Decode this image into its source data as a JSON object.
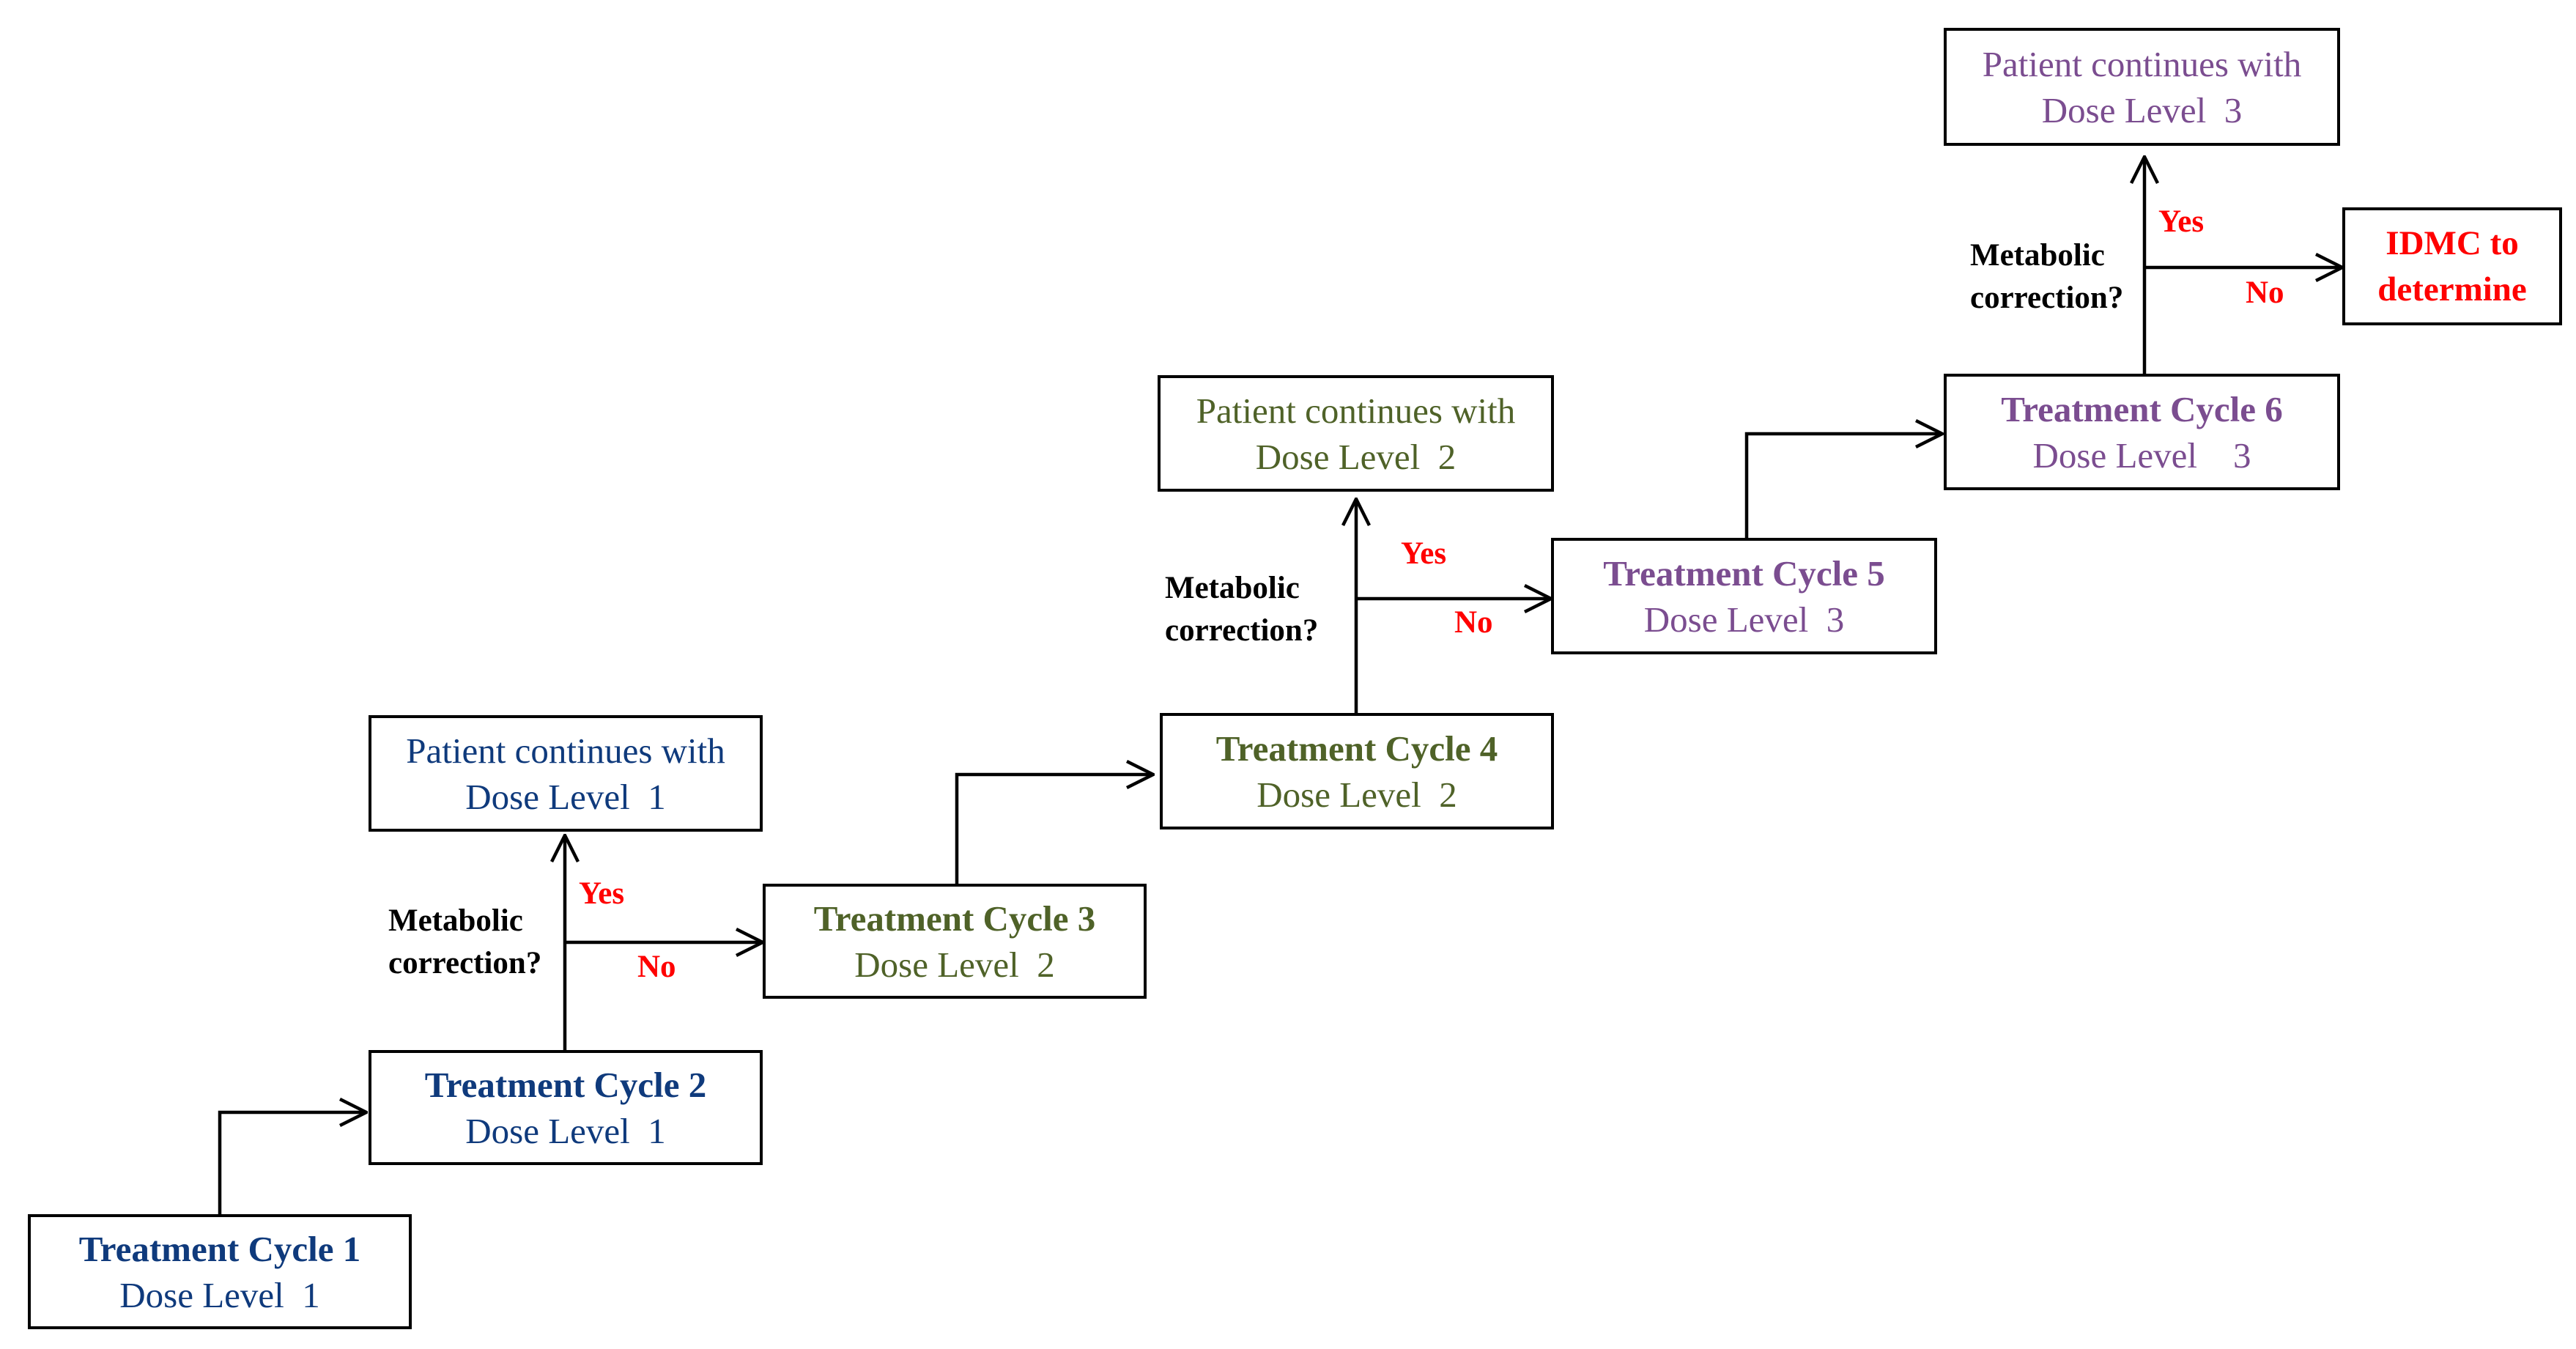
{
  "colors": {
    "blue": "#0f3a7c",
    "green": "#4f6228",
    "purple": "#7b4d90",
    "red": "#ff0000",
    "black": "#000000"
  },
  "cycles": [
    {
      "title": "Treatment Cycle 1",
      "dose": "Dose Level  1"
    },
    {
      "title": "Treatment Cycle 2",
      "dose": "Dose Level  1"
    },
    {
      "title": "Treatment Cycle 3",
      "dose": "Dose Level  2"
    },
    {
      "title": "Treatment Cycle 4",
      "dose": "Dose Level  2"
    },
    {
      "title": "Treatment Cycle 5",
      "dose": "Dose Level  3"
    },
    {
      "title": "Treatment Cycle 6",
      "dose": "Dose Level    3"
    }
  ],
  "continues": [
    {
      "line1": "Patient continues with",
      "line2": "Dose Level  1"
    },
    {
      "line1": "Patient continues with",
      "line2": "Dose Level  2"
    },
    {
      "line1": "Patient continues with",
      "line2": "Dose Level  3"
    }
  ],
  "decisions": [
    {
      "question_line1": "Metabolic",
      "question_line2": "correction?",
      "yes": "Yes",
      "no": "No"
    },
    {
      "question_line1": "Metabolic",
      "question_line2": "correction?",
      "yes": "Yes",
      "no": "No"
    },
    {
      "question_line1": "Metabolic",
      "question_line2": "correction?",
      "yes": "Yes",
      "no": "No"
    }
  ],
  "idmc": {
    "line1": "IDMC to",
    "line2": "determine"
  }
}
